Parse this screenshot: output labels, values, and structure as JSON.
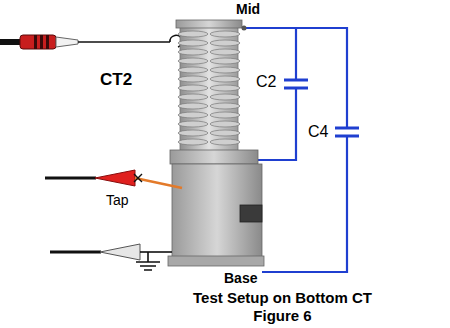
{
  "diagram": {
    "caption": "Test Setup on Bottom CT Figure 6",
    "labels": [
      "Mid",
      "CT2",
      "C2",
      "C4",
      "Tap",
      "Base"
    ]
  }
}
